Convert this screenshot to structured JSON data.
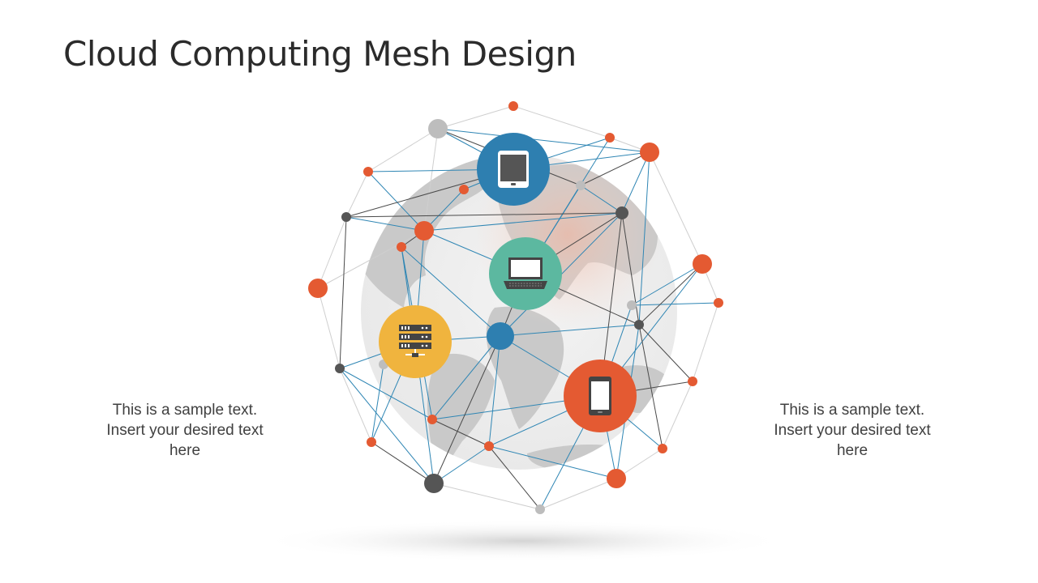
{
  "slide": {
    "title": "Cloud Computing Mesh Design"
  },
  "left_text": {
    "lines": [
      "This is a sample  text.",
      "Insert your desired text",
      "here"
    ]
  },
  "right_text": {
    "lines": [
      "This is a sample  text.",
      "Insert your desired text",
      "here"
    ]
  },
  "colors": {
    "orange": "#e45a32",
    "blue": "#2e7fb0",
    "teal": "#5cb8a0",
    "yellow": "#f0b43e",
    "dark_node": "#555555",
    "light_node": "#bdbdbd",
    "blue_line": "#2f86b4",
    "dark_line": "#4a4a4a",
    "light_line": "#cfcfcf"
  },
  "device_icons": [
    "tablet-icon",
    "laptop-icon",
    "server-rack-icon",
    "smartphone-icon"
  ]
}
